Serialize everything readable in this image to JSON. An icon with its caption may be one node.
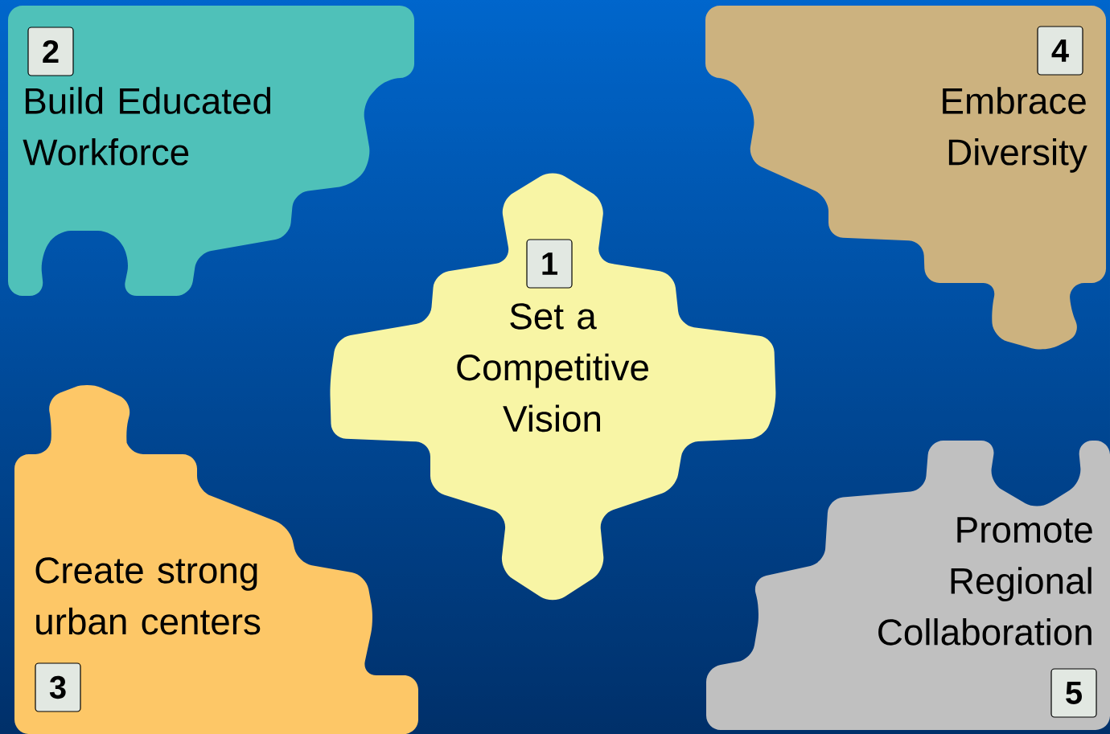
{
  "diagram": {
    "nodes": [
      {
        "text": [
          "2",
          "Build Educated Workforce"
        ]
      },
      {
        "text": [
          "4",
          "Embrace Diversity"
        ]
      },
      {
        "text": [
          "1",
          "Set a Competitive Vision"
        ]
      },
      {
        "text": [
          "Create strong urban centers",
          "3"
        ]
      },
      {
        "text": [
          "Promote Regional Collaboration",
          "5"
        ]
      }
    ]
  }
}
